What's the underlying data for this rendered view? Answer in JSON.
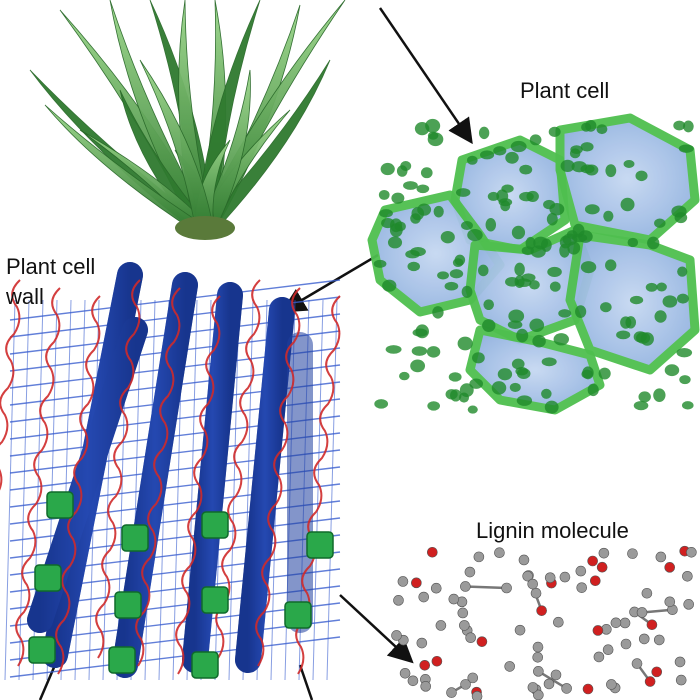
{
  "labels": {
    "plant_cell": "Plant cell",
    "plant_cell_wall_line1": "Plant cell",
    "plant_cell_wall_line2": "wall",
    "lignin_molecule": "Lignin molecule"
  },
  "colors": {
    "leaf_dark": "#2f7a2f",
    "leaf_light": "#8fd07a",
    "cell_fill": "#a9c4e8",
    "cell_border": "#4fbf4f",
    "chloroplast": "#1f8a2a",
    "cellulose": "#1f3f9f",
    "hemicellulose": "#cf2a2a",
    "mesh": "#3a5fcf",
    "lignin_cap": "#2aa84a",
    "atom_carbon": "#9a9a9a",
    "atom_oxygen": "#d02020",
    "arrow": "#111111"
  }
}
